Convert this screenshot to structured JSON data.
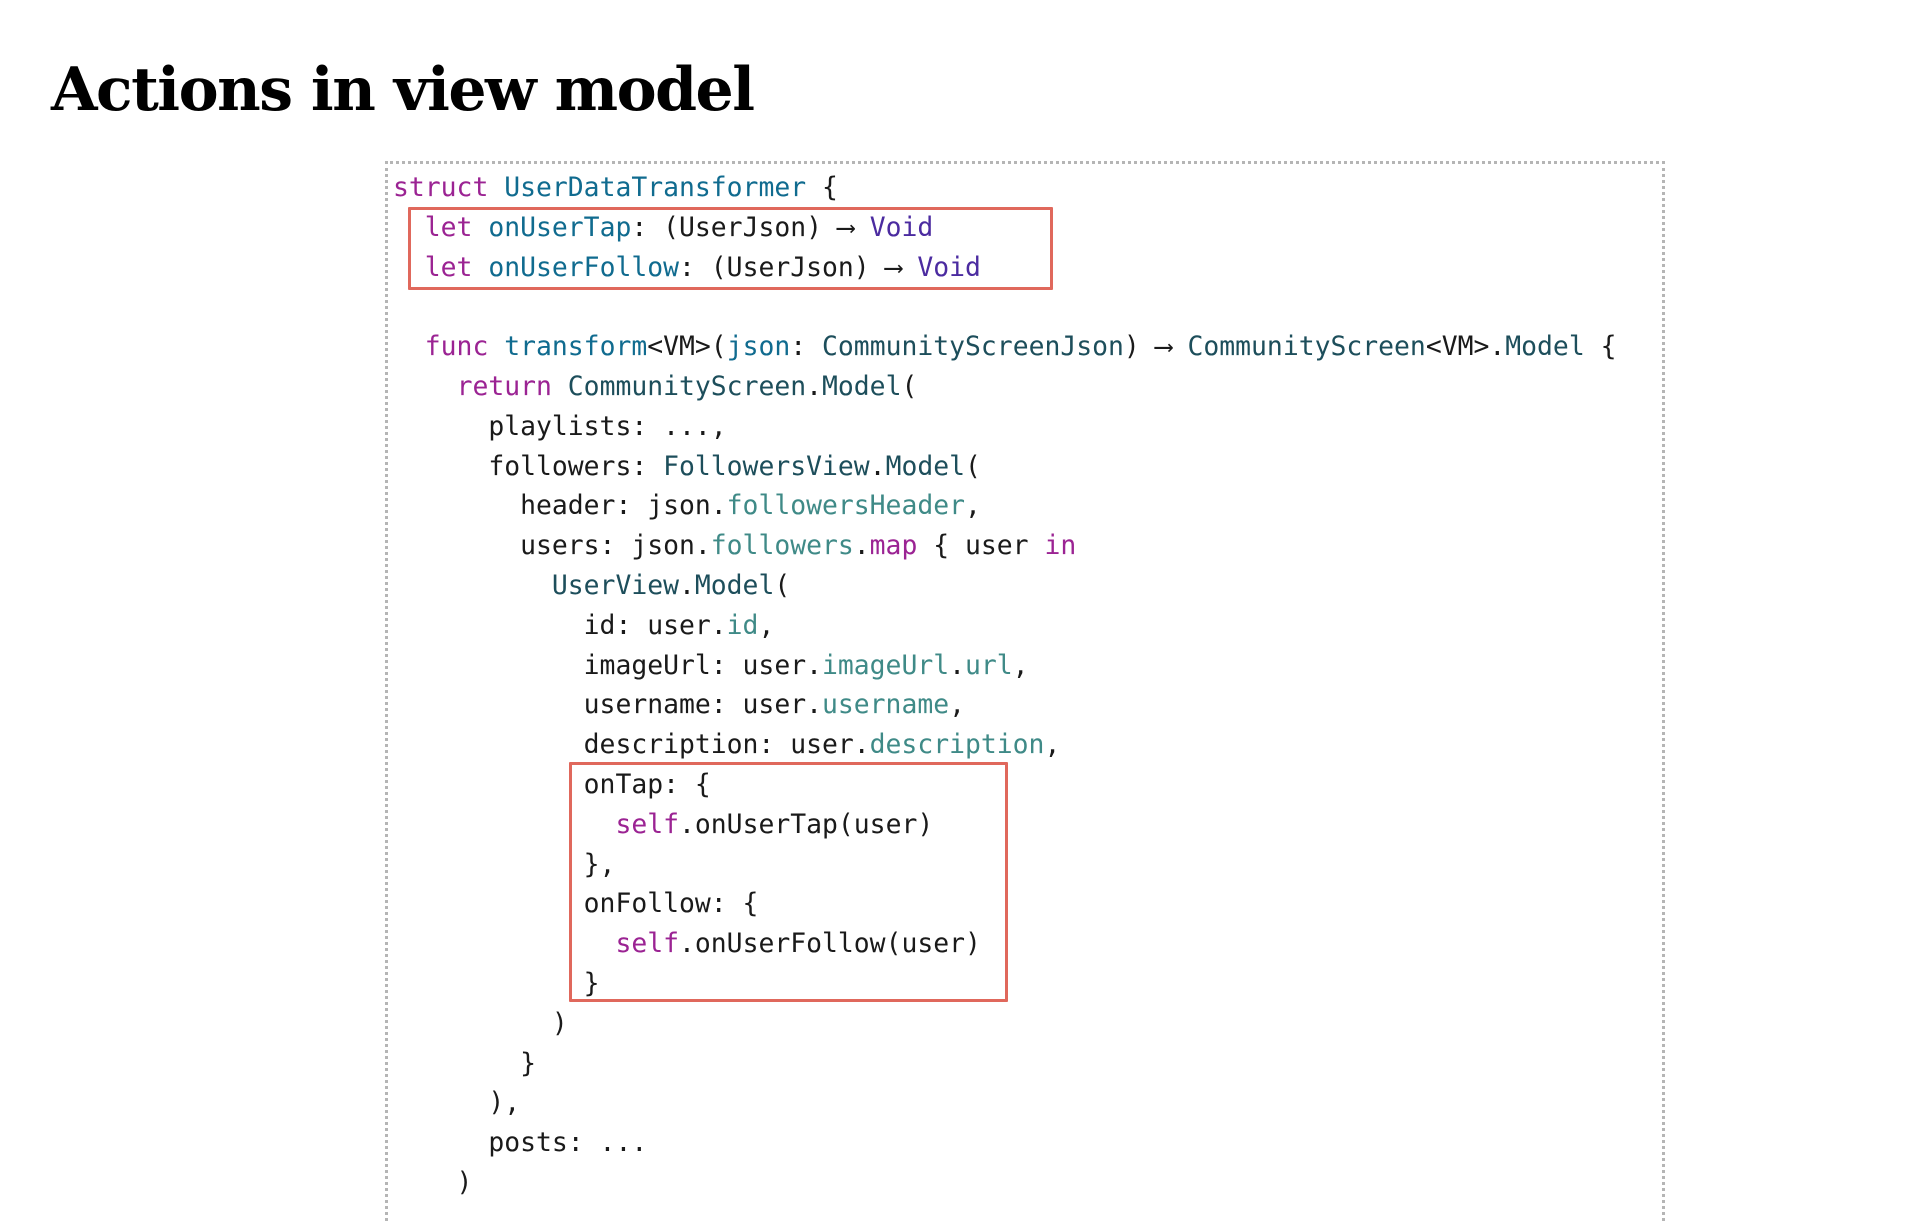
{
  "slide": {
    "title": "Actions in view model"
  },
  "code": {
    "lines": [
      [
        {
          "t": "struct",
          "c": "kw"
        },
        {
          "t": " ",
          "c": "plain"
        },
        {
          "t": "UserDataTransformer",
          "c": "def"
        },
        {
          "t": " {",
          "c": "plain"
        }
      ],
      [
        {
          "t": "  ",
          "c": "plain"
        },
        {
          "t": "let",
          "c": "kw"
        },
        {
          "t": " ",
          "c": "plain"
        },
        {
          "t": "onUserTap",
          "c": "def"
        },
        {
          "t": ": (UserJson) ",
          "c": "plain"
        },
        {
          "t": "⟶",
          "c": "arrow"
        },
        {
          "t": " ",
          "c": "plain"
        },
        {
          "t": "Void",
          "c": "void"
        }
      ],
      [
        {
          "t": "  ",
          "c": "plain"
        },
        {
          "t": "let",
          "c": "kw"
        },
        {
          "t": " ",
          "c": "plain"
        },
        {
          "t": "onUserFollow",
          "c": "def"
        },
        {
          "t": ": (UserJson) ",
          "c": "plain"
        },
        {
          "t": "⟶",
          "c": "arrow"
        },
        {
          "t": " ",
          "c": "plain"
        },
        {
          "t": "Void",
          "c": "void"
        }
      ],
      [],
      [
        {
          "t": "  ",
          "c": "plain"
        },
        {
          "t": "func",
          "c": "kw"
        },
        {
          "t": " ",
          "c": "plain"
        },
        {
          "t": "transform",
          "c": "def"
        },
        {
          "t": "<VM>(",
          "c": "plain"
        },
        {
          "t": "json",
          "c": "def"
        },
        {
          "t": ": ",
          "c": "plain"
        },
        {
          "t": "CommunityScreenJson",
          "c": "type"
        },
        {
          "t": ") ",
          "c": "plain"
        },
        {
          "t": "⟶",
          "c": "arrow"
        },
        {
          "t": " ",
          "c": "plain"
        },
        {
          "t": "CommunityScreen",
          "c": "type"
        },
        {
          "t": "<VM>.",
          "c": "plain"
        },
        {
          "t": "Model",
          "c": "type"
        },
        {
          "t": " {",
          "c": "plain"
        }
      ],
      [
        {
          "t": "    ",
          "c": "plain"
        },
        {
          "t": "return",
          "c": "kw"
        },
        {
          "t": " ",
          "c": "plain"
        },
        {
          "t": "CommunityScreen",
          "c": "type"
        },
        {
          "t": ".",
          "c": "plain"
        },
        {
          "t": "Model",
          "c": "type"
        },
        {
          "t": "(",
          "c": "plain"
        }
      ],
      [
        {
          "t": "      playlists: ...,",
          "c": "plain"
        }
      ],
      [
        {
          "t": "      followers: ",
          "c": "plain"
        },
        {
          "t": "FollowersView",
          "c": "type"
        },
        {
          "t": ".",
          "c": "plain"
        },
        {
          "t": "Model",
          "c": "type"
        },
        {
          "t": "(",
          "c": "plain"
        }
      ],
      [
        {
          "t": "        header: json.",
          "c": "plain"
        },
        {
          "t": "followersHeader",
          "c": "prop"
        },
        {
          "t": ",",
          "c": "plain"
        }
      ],
      [
        {
          "t": "        users: json.",
          "c": "plain"
        },
        {
          "t": "followers",
          "c": "prop"
        },
        {
          "t": ".",
          "c": "plain"
        },
        {
          "t": "map",
          "c": "kw"
        },
        {
          "t": " { user ",
          "c": "plain"
        },
        {
          "t": "in",
          "c": "kw"
        }
      ],
      [
        {
          "t": "          ",
          "c": "plain"
        },
        {
          "t": "UserView",
          "c": "type"
        },
        {
          "t": ".",
          "c": "plain"
        },
        {
          "t": "Model",
          "c": "type"
        },
        {
          "t": "(",
          "c": "plain"
        }
      ],
      [
        {
          "t": "            id: user.",
          "c": "plain"
        },
        {
          "t": "id",
          "c": "prop"
        },
        {
          "t": ",",
          "c": "plain"
        }
      ],
      [
        {
          "t": "            imageUrl: user.",
          "c": "plain"
        },
        {
          "t": "imageUrl",
          "c": "prop"
        },
        {
          "t": ".",
          "c": "plain"
        },
        {
          "t": "url",
          "c": "prop"
        },
        {
          "t": ",",
          "c": "plain"
        }
      ],
      [
        {
          "t": "            username: user.",
          "c": "plain"
        },
        {
          "t": "username",
          "c": "prop"
        },
        {
          "t": ",",
          "c": "plain"
        }
      ],
      [
        {
          "t": "            description: user.",
          "c": "plain"
        },
        {
          "t": "description",
          "c": "prop"
        },
        {
          "t": ",",
          "c": "plain"
        }
      ],
      [
        {
          "t": "            onTap: {",
          "c": "plain"
        }
      ],
      [
        {
          "t": "              ",
          "c": "plain"
        },
        {
          "t": "self",
          "c": "kw"
        },
        {
          "t": ".onUserTap(user)",
          "c": "plain"
        }
      ],
      [
        {
          "t": "            },",
          "c": "plain"
        }
      ],
      [
        {
          "t": "            onFollow: {",
          "c": "plain"
        }
      ],
      [
        {
          "t": "              ",
          "c": "plain"
        },
        {
          "t": "self",
          "c": "kw"
        },
        {
          "t": ".onUserFollow(user)",
          "c": "plain"
        }
      ],
      [
        {
          "t": "            }",
          "c": "plain"
        }
      ],
      [
        {
          "t": "          )",
          "c": "plain"
        }
      ],
      [
        {
          "t": "        }",
          "c": "plain"
        }
      ],
      [
        {
          "t": "      ),",
          "c": "plain"
        }
      ],
      [
        {
          "t": "      posts: ...",
          "c": "plain"
        }
      ],
      [
        {
          "t": "    )",
          "c": "plain"
        }
      ]
    ]
  },
  "colors": {
    "keyword": "#9b2393",
    "type": "#1d4e5b",
    "declaration": "#106b8f",
    "property": "#3f8a87",
    "void_type": "#4b2ba0",
    "highlight_border": "#e0685c",
    "frame_border": "#b5b5b5"
  }
}
